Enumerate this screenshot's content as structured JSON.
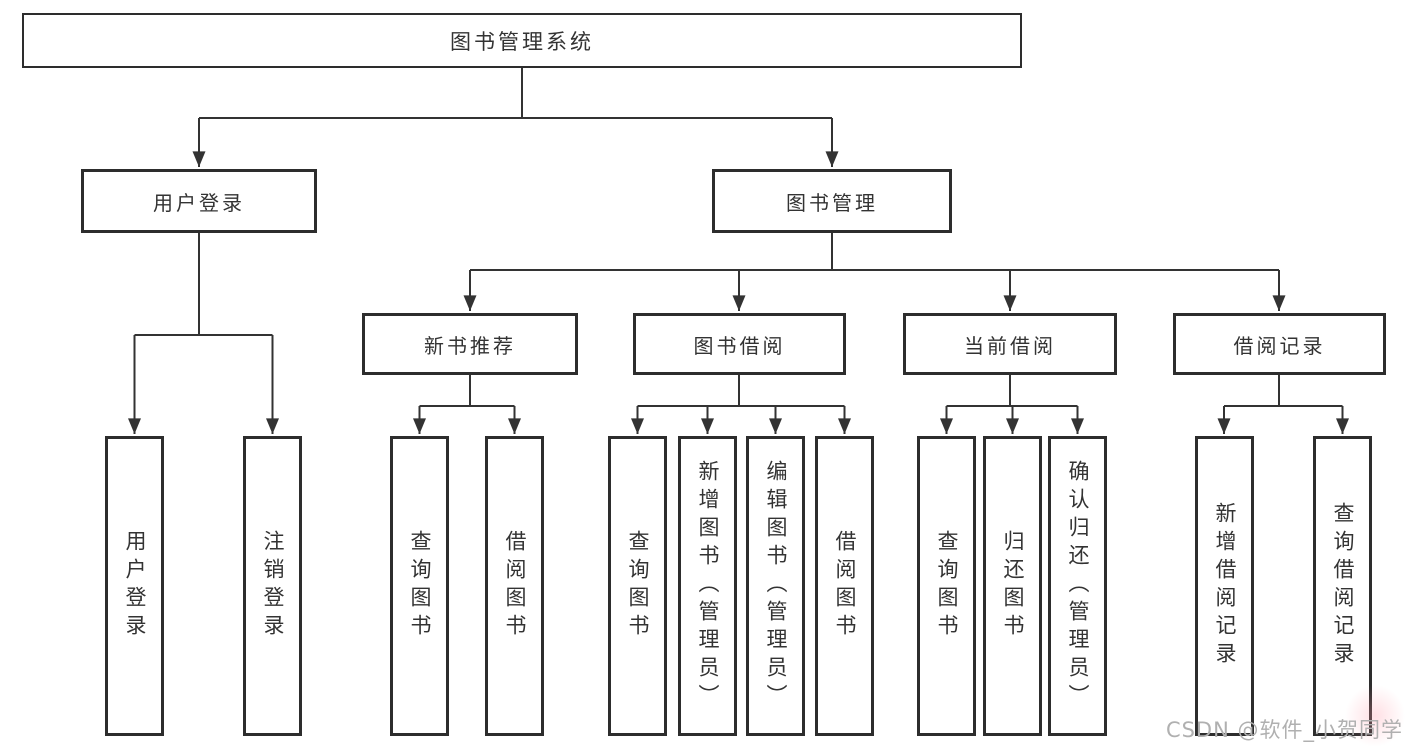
{
  "diagram": {
    "nodes": {
      "root": {
        "label": "图书管理系统"
      },
      "user_login": {
        "label": "用户登录"
      },
      "book_mgmt": {
        "label": "图书管理"
      },
      "new_book_rec": {
        "label": "新书推荐"
      },
      "book_borrow": {
        "label": "图书借阅"
      },
      "current_borrow": {
        "label": "当前借阅"
      },
      "borrow_records": {
        "label": "借阅记录"
      },
      "leaves": [
        {
          "label": "用户登录"
        },
        {
          "label": "注销登录"
        },
        {
          "label": "查询图书"
        },
        {
          "label": "借阅图书"
        },
        {
          "label": "查询图书"
        },
        {
          "label": "新增图书（管理员）"
        },
        {
          "label": "编辑图书（管理员）"
        },
        {
          "label": "借阅图书"
        },
        {
          "label": "查询图书"
        },
        {
          "label": "归还图书"
        },
        {
          "label": "确认归还（管理员）"
        },
        {
          "label": "新增借阅记录"
        },
        {
          "label": "查询借阅记录"
        }
      ]
    },
    "colors": {
      "line": "#333333",
      "border": "#2d2d2d",
      "text": "#333333",
      "watermark": "#b0b0b0"
    }
  },
  "watermark": {
    "text": "CSDN @软件_小贺同学"
  }
}
